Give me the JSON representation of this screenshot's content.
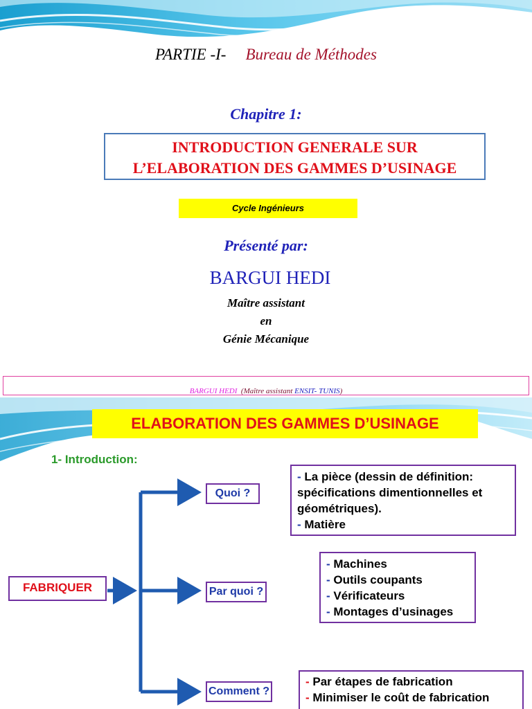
{
  "slide1": {
    "part_label": "PARTIE -I-",
    "part_title": "Bureau de Méthodes",
    "chapter": "Chapitre 1:",
    "title_line1": "INTRODUCTION GENERALE SUR",
    "title_line2": "L’ELABORATION DES GAMMES D’USINAGE",
    "cycle": "Cycle Ingénieurs",
    "presented_by": "Présenté par:",
    "author": "BARGUI HEDI",
    "role_line1": "Maître assistant",
    "role_line2": "en",
    "role_line3": "Génie Mécanique",
    "footer": {
      "name": "BARGUI HEDI",
      "open": "(Maître assistant",
      "institution": "ENSIT- TUNIS",
      "close": ")"
    }
  },
  "slide2": {
    "banner": "ELABORATION DES GAMMES D’USINAGE",
    "section": "1- Introduction:",
    "root": "FABRIQUER",
    "q1": {
      "label": "Quoi ?",
      "items": [
        "La pièce (dessin de définition:",
        "spécifications dimentionnelles et",
        "géométriques).",
        "Matière"
      ]
    },
    "q2": {
      "label": "Par quoi ?",
      "items": [
        "Machines",
        "Outils coupants",
        "Vérificateurs",
        "Montages d’usinages"
      ]
    },
    "q3": {
      "label": "Comment ?",
      "items": [
        "Par étapes de fabrication",
        "Minimiser le coût de fabrication"
      ]
    },
    "dash": "- "
  }
}
